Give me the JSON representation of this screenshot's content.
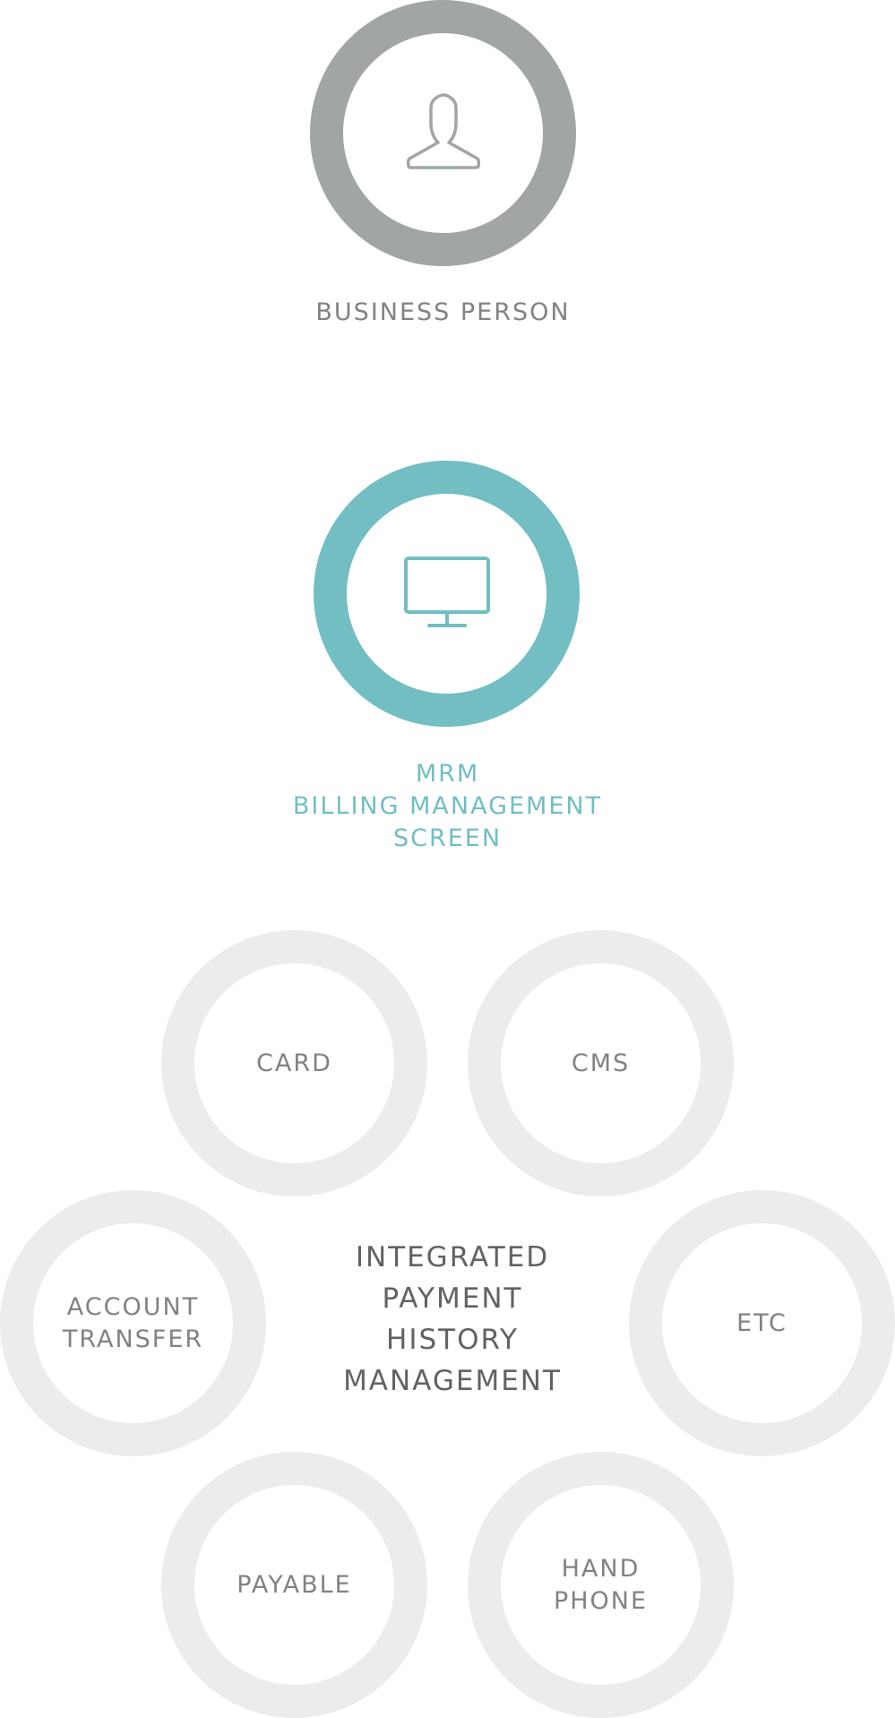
{
  "business_person": {
    "label": "BUSINESS PERSON",
    "icon": "user-icon",
    "color": "#a1a5a5"
  },
  "mrm": {
    "label": "MRM\nBILLING MANAGEMENT\nSCREEN",
    "icon": "monitor-icon",
    "color": "#72bec2"
  },
  "hub": {
    "label": "INTEGRATED\nPAYMENT\nHISTORY\nMANAGEMENT"
  },
  "methods": {
    "card": "CARD",
    "cms": "CMS",
    "account_transfer": "ACCOUNT\nTRANSFER",
    "etc": "ETC",
    "payable": "PAYABLE",
    "hand_phone": "HAND\nPHONE"
  },
  "colors": {
    "person_ring": "#a1a5a5",
    "mrm_ring": "#72bec2",
    "method_ring": "#ebecec",
    "method_text": "#7f8383",
    "hub_text": "#5f6363"
  }
}
